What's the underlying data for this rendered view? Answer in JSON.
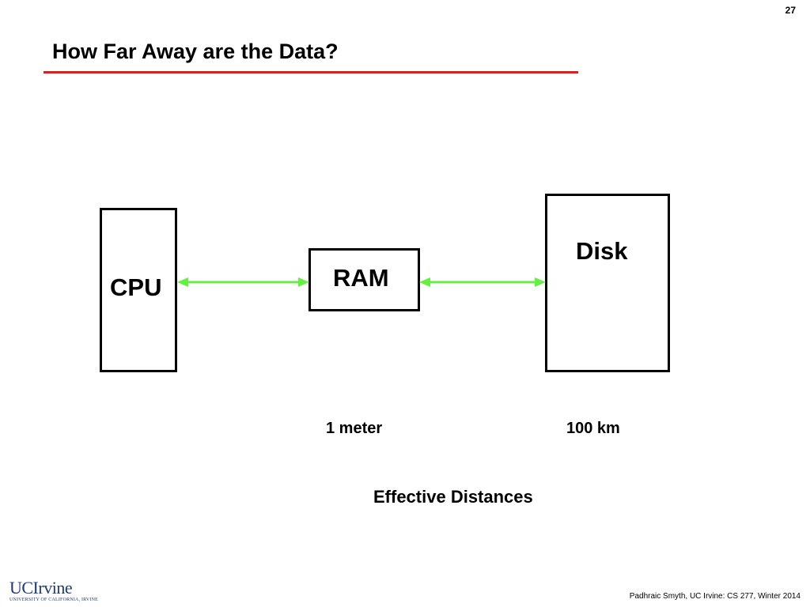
{
  "slide": {
    "number": "27",
    "title": "How Far Away are the Data?",
    "accent_color": "#e31b1b",
    "arrow_color": "#66ee44"
  },
  "diagram": {
    "cpu_label": "CPU",
    "ram_label": "RAM",
    "disk_label": "Disk",
    "ram_distance": "1 meter",
    "disk_distance": "100 km",
    "caption": "Effective Distances"
  },
  "footer": {
    "logo_main": "UCIrvine",
    "logo_sub": "University of California, Irvine",
    "credit": "Padhraic Smyth, UC Irvine: CS 277, Winter 2014"
  }
}
